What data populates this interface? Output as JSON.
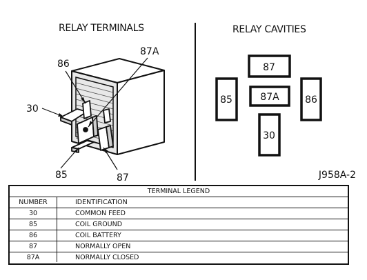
{
  "diagram": {
    "relay_terminals_title": "RELAY TERMINALS",
    "relay_cavities_title": "RELAY CAVITIES",
    "terminal_labels": {
      "t86": "86",
      "t87a": "87A",
      "t30": "30",
      "t85": "85",
      "t87": "87"
    },
    "cavities": {
      "c87": "87",
      "c87a": "87A",
      "c85": "85",
      "c86": "86",
      "c30": "30"
    },
    "figure_code": "J958A-2"
  },
  "legend": {
    "title": "TERMINAL LEGEND",
    "header": {
      "number": "NUMBER",
      "identification": "IDENTIFICATION"
    },
    "rows": [
      {
        "number": "30",
        "identification": "COMMON FEED"
      },
      {
        "number": "85",
        "identification": "COIL GROUND"
      },
      {
        "number": "86",
        "identification": "COIL BATTERY"
      },
      {
        "number": "87",
        "identification": "NORMALLY OPEN"
      },
      {
        "number": "87A",
        "identification": "NORMALLY CLOSED"
      }
    ]
  }
}
